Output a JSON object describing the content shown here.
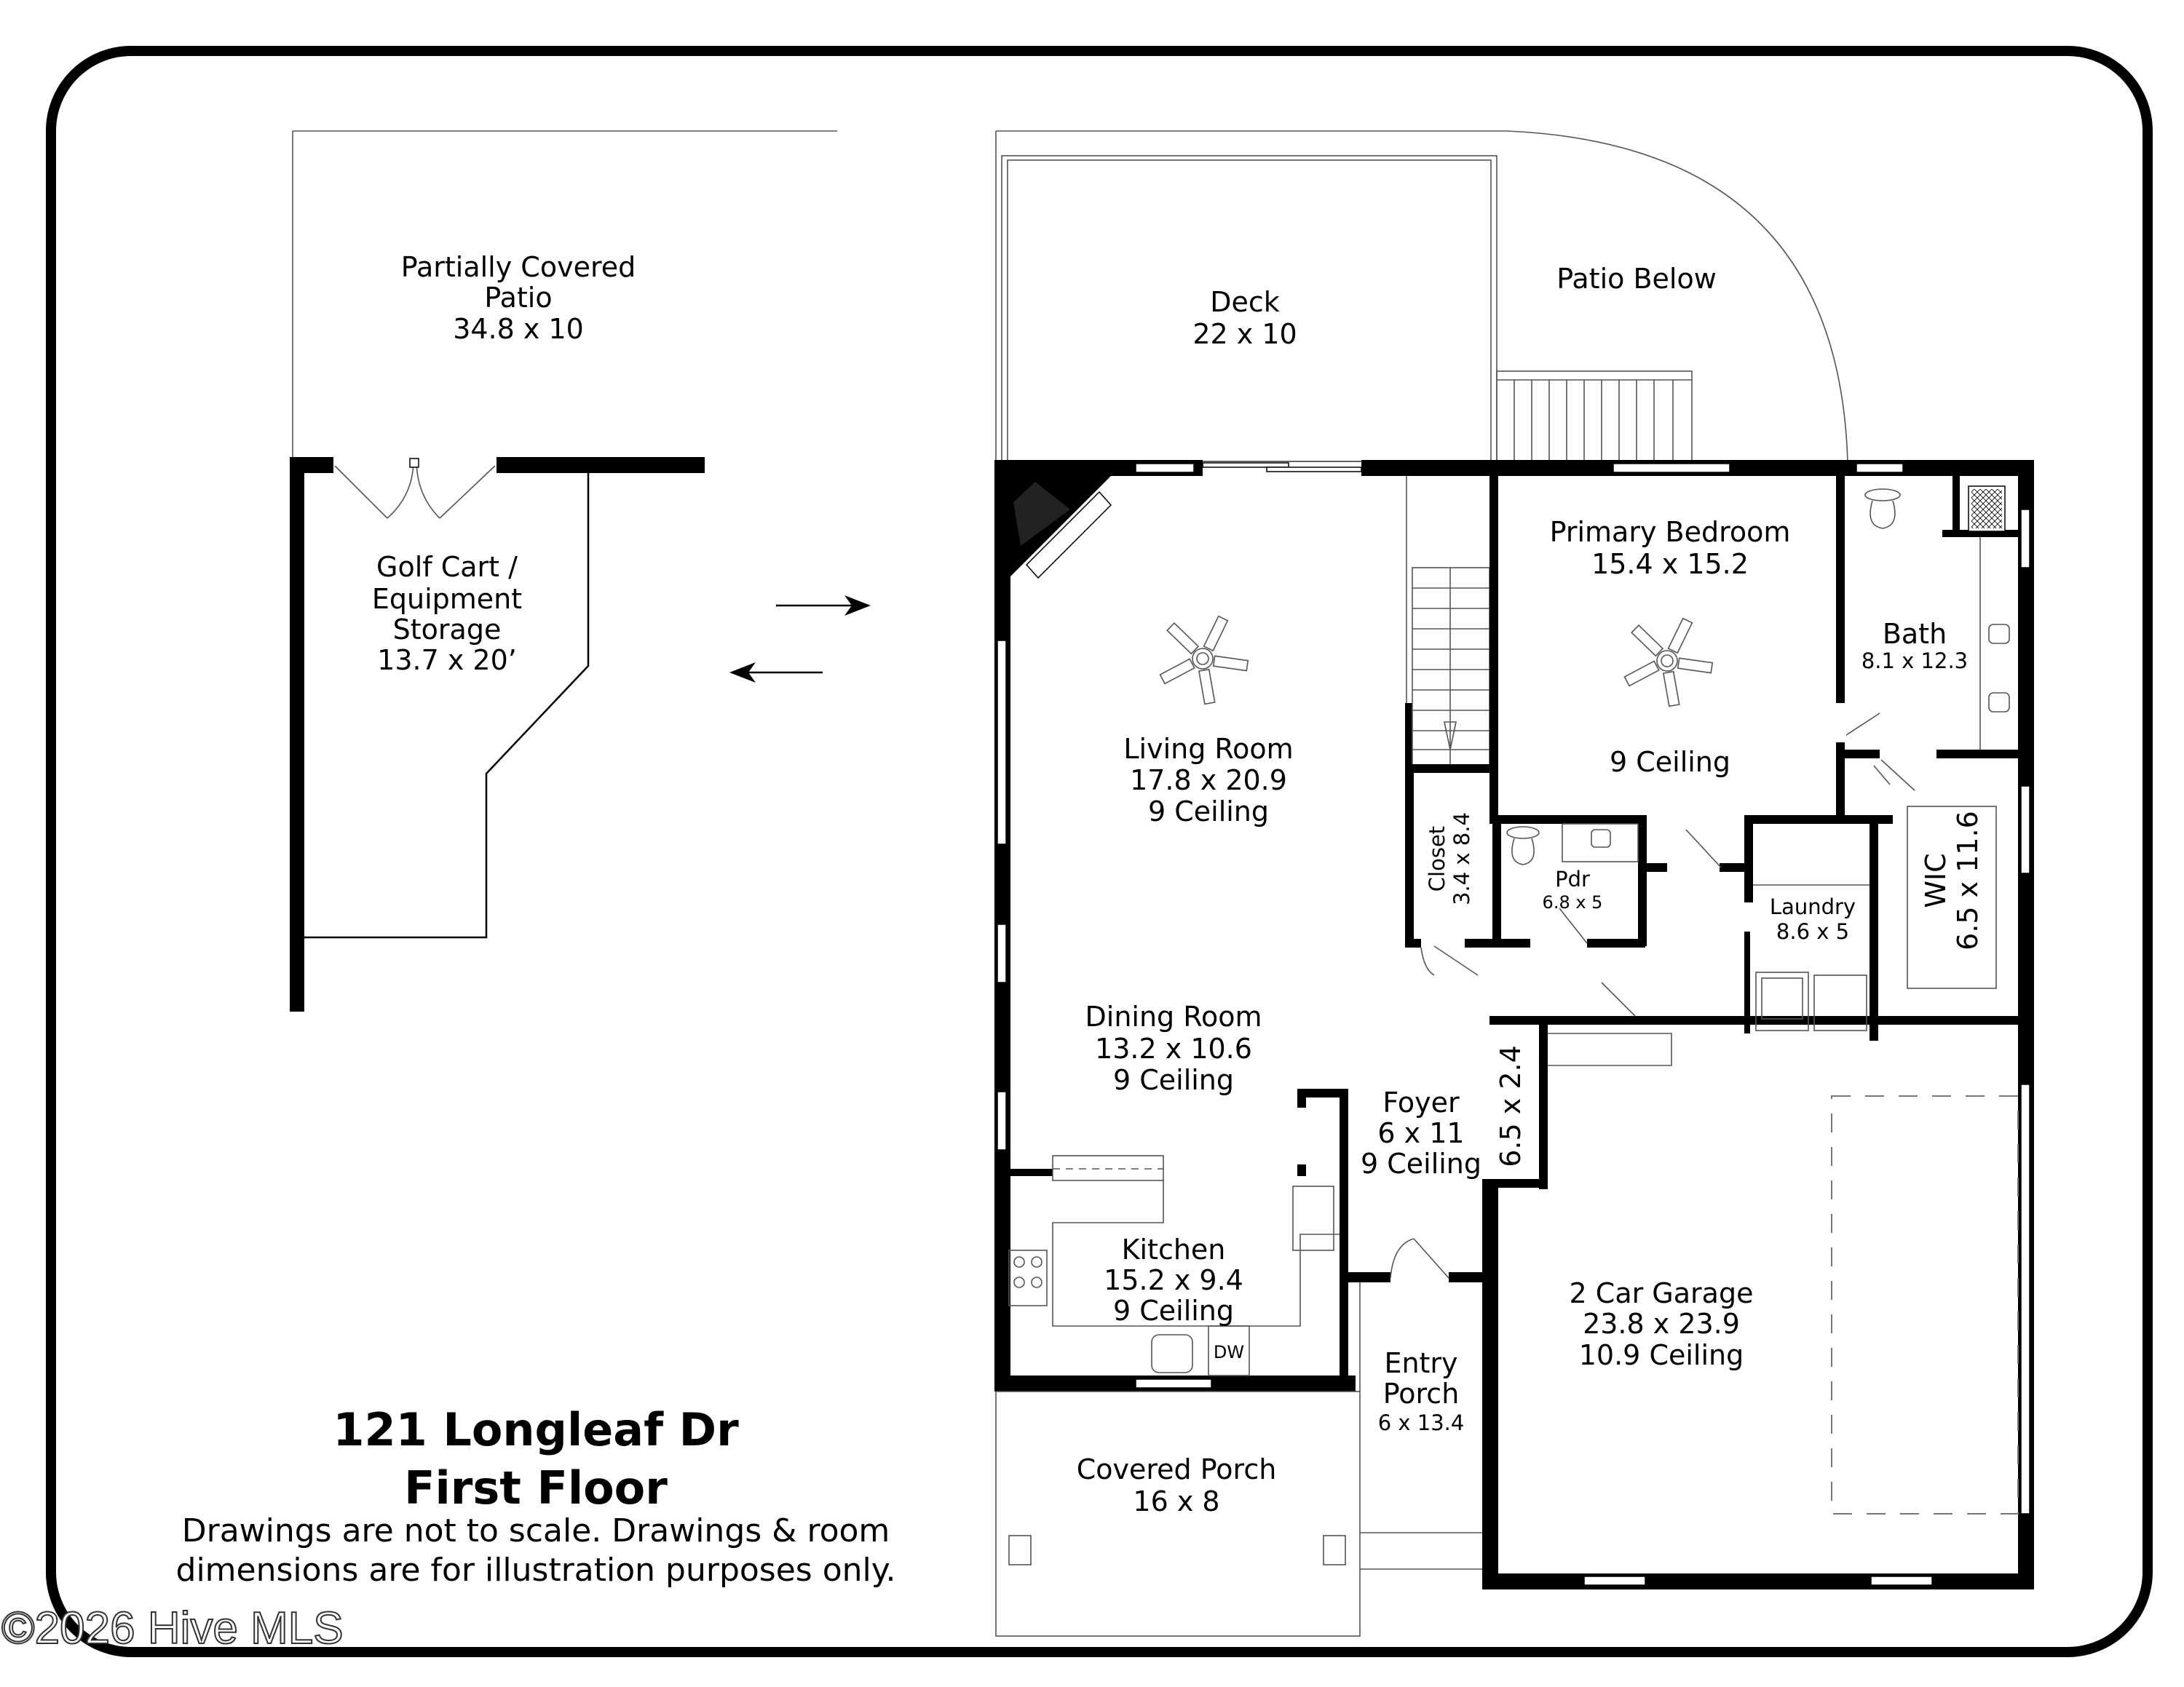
{
  "plan": {
    "address": "121 Longleaf Dr",
    "floor": "First Floor",
    "disclaimer_line1": "Drawings are not to scale. Drawings & room",
    "disclaimer_line2": "dimensions are for illustration purposes only.",
    "watermark": "©2026 Hive MLS",
    "colors": {
      "wall": "#000000",
      "background": "#ffffff",
      "frame": "#000000"
    }
  },
  "rooms": {
    "patio_covered": {
      "name1": "Partially Covered",
      "name2": "Patio",
      "dims": "34.8 x 10"
    },
    "golf_cart": {
      "name1": "Golf Cart /",
      "name2": "Equipment",
      "name3": "Storage",
      "dims": "13.7 x 20’"
    },
    "deck": {
      "name": "Deck",
      "dims": "22 x 10"
    },
    "patio_below": {
      "name": "Patio Below"
    },
    "primary_bedroom": {
      "name": "Primary Bedroom",
      "dims": "15.4 x 15.2",
      "ceiling": "9 Ceiling"
    },
    "bath": {
      "name": "Bath",
      "dims": "8.1 x 12.3"
    },
    "living_room": {
      "name": "Living Room",
      "dims": "17.8 x 20.9",
      "ceiling": "9 Ceiling"
    },
    "closet": {
      "name": "Closet",
      "dims": "3.4 x 8.4"
    },
    "pdr": {
      "name": "Pdr",
      "dims": "6.8 x 5"
    },
    "laundry": {
      "name": "Laundry",
      "dims": "8.6 x 5"
    },
    "wic": {
      "name": "WIC",
      "dims": "6.5 x 11.6"
    },
    "dining_room": {
      "name": "Dining Room",
      "dims": "13.2 x 10.6",
      "ceiling": "9 Ceiling"
    },
    "foyer": {
      "name": "Foyer",
      "dims": "6 x 11",
      "ceiling": "9 Ceiling"
    },
    "hall": {
      "dims": "6.5 x 2.4"
    },
    "kitchen": {
      "name": "Kitchen",
      "dims": "15.2 x 9.4",
      "ceiling": "9 Ceiling",
      "dw_label": "DW"
    },
    "garage": {
      "name": "2 Car Garage",
      "dims": "23.8 x 23.9",
      "ceiling": "10.9 Ceiling"
    },
    "entry_porch": {
      "name1": "Entry",
      "name2": "Porch",
      "dims": "6 x 13.4"
    },
    "covered_porch": {
      "name": "Covered Porch",
      "dims": "16 x 8"
    }
  }
}
